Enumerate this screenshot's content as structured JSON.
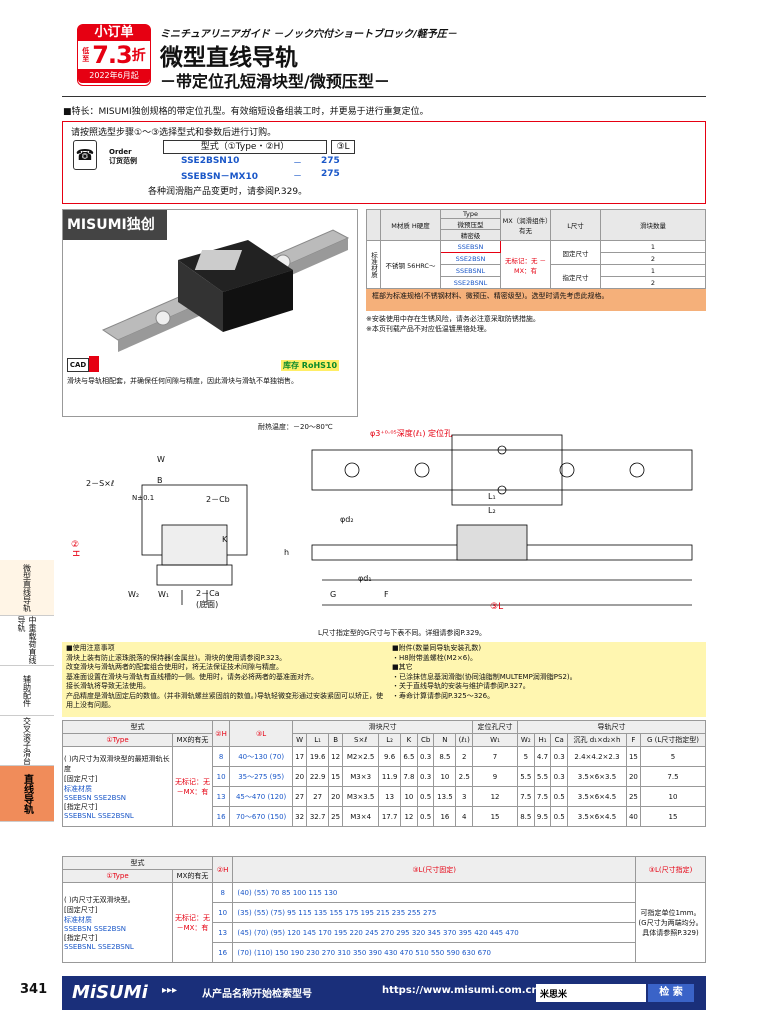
{
  "badge": {
    "top": "小订单",
    "side": "低至",
    "num": "7.3",
    "unit": "折",
    "date": "2022年6月起"
  },
  "header": {
    "jp": "ミニチュアリニアガイド －ノック穴付ショートブロック/軽予圧－",
    "title": "微型直线导轨",
    "subtitle": "－带定位孔短滑块型/微预压型－"
  },
  "feature": "■特长：MISUMI独创规格的带定位孔型。有效缩短设备组装工时，并更易于进行重复定位。",
  "order": {
    "intro": "请按照选型步骤①～③选择型式和参数后进行订购。",
    "label": "Order\n订货范例",
    "h_type": "型式（①Type・②H）",
    "h_l": "③L",
    "r1_type": "SSE2BSN10",
    "r1_dash": "－",
    "r1_l": "275",
    "r2_type": "SSEBSN－MX10",
    "r2_dash": "－",
    "r2_l": "275",
    "note": "各种润滑脂产品变更时，请参阅P.329。"
  },
  "photo": {
    "brand": "MISUMI独创",
    "cad": "CAD",
    "icons": "库存  RoHS10",
    "note": "滑块与导轨相配套，并确保任何间隙与精度，因此滑块与滑轨不单独销售。",
    "temp": "耐热温度：－20～80℃"
  },
  "spec": {
    "h_mat": "M材质 H硬度",
    "h_type": "Type",
    "h_sub1": "微预压型",
    "h_sub2": "精密级",
    "h_mx": "MX（润滑组件）有无",
    "h_l": "L尺寸",
    "h_qty": "滑块数量",
    "left": "标准材质",
    "mat": "不锈钢 56HRC～",
    "types": [
      "SSEBSN",
      "SSE2BSN",
      "SSEBSNL",
      "SSE2BSNL"
    ],
    "mx": "无标记：无 －MX：有",
    "l1": "固定尺寸",
    "l2": "指定尺寸",
    "q": [
      "1",
      "2",
      "1",
      "2"
    ],
    "legend": "框部为标准规格(不锈钢材料、微预压、精密级型)。选型时请先考虑此规格。",
    "n1": "※安装使用中存在生锈风险，请务必注意采取防锈措施。",
    "n2": "※本页刊载产品不对应低温镀黑铬处理。"
  },
  "drawing": {
    "hole": "φ3⁺⁰·⁰⁵深度(ℓ₁) 定位孔",
    "W": "W",
    "B": "B",
    "S": "2－S×ℓ",
    "N": "N±0.1",
    "Cb": "2－Cb",
    "Ca": "2－Ca\n(底面)",
    "K": "K",
    "W2": "W₂",
    "W1": "W₁",
    "H": "②H",
    "L1": "L₁",
    "L2": "L₂",
    "d2": "φd₂",
    "d1": "φd₁",
    "h": "h",
    "G": "G",
    "F": "F",
    "L": "③L",
    "lnote": "L尺寸指定型的G尺寸与下表不同。详细请参阅P.329。"
  },
  "sidebar": [
    "微型直线导轨",
    "中重载荷直线导轨",
    "辅助配件",
    "交叉滚子滑台",
    "直线导轨"
  ],
  "notes": {
    "left_title": "■使用注意事项",
    "left": [
      "滑块上装有防止滚珠脱落的保持器(金属丝)。滑块的使用请参阅P.323。",
      "改变滑块与滑轨两者的配套组合使用时，将无法保证技术间隙与精度。",
      "基准面设置在滑块与滑轨有直线槽的一侧。使用时，请务必将两者的基准面对齐。",
      "接长滑轨将导致无法使用。",
      "产品精度是滑轨固定后的数值。(并非滑轨螺丝紧固前的数值。)导轨轻微变形通过安装紧固可以矫正，使用上没有问题。"
    ],
    "right_title": "■附件(数量同导轨安装孔数)",
    "right1": "・H8附带盖螺栓(M2×6)。",
    "right_title2": "■其它",
    "right2": [
      "・已涂抹信息基润滑脂(协同油脂制MULTEMP润滑脂PS2)。",
      "・关于直线导轨的安装与维护请参阅P.327。",
      "・寿命计算请参阅P.325～326。"
    ]
  },
  "table1": {
    "h_model": "型式",
    "h_slider": "滑块尺寸",
    "h_pos": "定位孔尺寸",
    "h_rail": "导轨尺寸",
    "type": "①Type",
    "mx": "MX的有无",
    "h": "②H",
    "l": "③L",
    "cols": [
      "W",
      "L₁",
      "B",
      "S×ℓ",
      "L₂",
      "K",
      "Cb",
      "N",
      "(ℓ₁)",
      "W₁",
      "W₂",
      "H₁",
      "Ca",
      "沉孔 d₁×d₂×h",
      "F",
      "G (L尺寸指定型)"
    ],
    "note": "( )内尺寸为双滑块型的最短滑轨长度",
    "cat1": "[固定尺寸]",
    "cat2": "[指定尺寸]",
    "std": "标准材质",
    "types": [
      "SSEBSN",
      "SSE2BSN",
      "SSEBSNL",
      "SSE2BSNL"
    ],
    "mxv": "无标记：无 －MX：有",
    "rows": [
      [
        "8",
        "40～130 (70)",
        "17",
        "19.6",
        "12",
        "M2×2.5",
        "9.6",
        "6.5",
        "0.3",
        "8.5",
        "2",
        "7",
        "5",
        "4.7",
        "0.3",
        "2.4×4.2×2.3",
        "15",
        "5"
      ],
      [
        "10",
        "35～275 (95)",
        "20",
        "22.9",
        "15",
        "M3×3",
        "11.9",
        "7.8",
        "0.3",
        "10",
        "2.5",
        "9",
        "5.5",
        "5.5",
        "0.3",
        "3.5×6×3.5",
        "20",
        "7.5"
      ],
      [
        "13",
        "45～470 (120)",
        "27",
        "27",
        "20",
        "M3×3.5",
        "13",
        "10",
        "0.5",
        "13.5",
        "3",
        "12",
        "7.5",
        "7.5",
        "0.5",
        "3.5×6×4.5",
        "25",
        "10"
      ],
      [
        "16",
        "70～670 (150)",
        "32",
        "32.7",
        "25",
        "M3×4",
        "17.7",
        "12",
        "0.5",
        "16",
        "4",
        "15",
        "8.5",
        "9.5",
        "0.5",
        "3.5×6×4.5",
        "40",
        "15"
      ]
    ]
  },
  "table2": {
    "h_model": "型式",
    "type": "①Type",
    "mx": "MX的有无",
    "h": "②H",
    "l_fix": "③L(尺寸固定)",
    "l_sel": "③L(尺寸指定)",
    "note": "( )内尺寸无双滑块型。",
    "cat1": "[固定尺寸]",
    "cat2": "[指定尺寸]",
    "std": "标准材质",
    "types": [
      "SSEBSN",
      "SSE2BSN",
      "SSEBSNL",
      "SSE2BSNL"
    ],
    "mxv": "无标记：无 －MX：有",
    "rows": [
      [
        "8",
        "(40)  (55)  70  85  100  115  130"
      ],
      [
        "10",
        "(35)  (55)  (75)  95  115  135  155  175  195  215  235  255  275"
      ],
      [
        "13",
        "(45)  (70)  (95)  120  145  170  195  220  245  270  295  320  345  370  395  420  445  470"
      ],
      [
        "16",
        "(70)  (110)  150  190  230  270  310  350  390  430  470  510  550  590  630  670"
      ]
    ],
    "sel_note": "可指定单位1mm。(G尺寸为两端均分。具体请参照P.329)"
  },
  "footer": {
    "page": "341",
    "logo": "MiSUMi",
    "arrows": "▸▸▸",
    "text": "从产品名称开始检索型号",
    "url": "https://www.misumi.com.cn",
    "search_value": "米思米",
    "search_btn": "检 索"
  }
}
